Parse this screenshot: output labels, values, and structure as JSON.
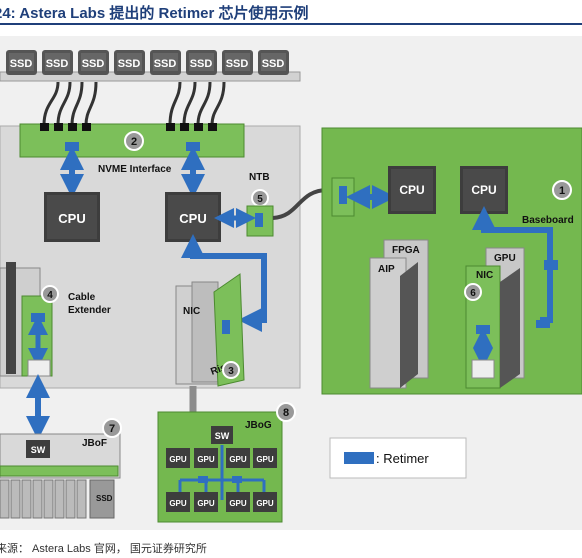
{
  "caption": "24:   Astera Labs 提出的 Retimer 芯片使用示例",
  "source": "来源：  Astera Labs 官网， 国元证券研究所",
  "ssd_label": "SSD",
  "nvme_label": "NVME Interface",
  "cpu_label": "CPU",
  "ntb_label": "NTB",
  "baseboard_label": "Baseboard",
  "fpga_label": "FPGA",
  "aip_label": "AIP",
  "gpu_label": "GPU",
  "nic_label": "NIC",
  "riser_label": "Riser",
  "cable_label_1": "Cable",
  "cable_label_2": "Extender",
  "sw_label": "SW",
  "jbof_label": "JBoF",
  "jbog_label": "JBoG",
  "legend_label": ": Retimer",
  "markers": [
    "1",
    "2",
    "3",
    "4",
    "5",
    "6",
    "7",
    "8"
  ],
  "colors": {
    "retimer": "#2f6fc0",
    "pcb_green": "#7cbf5a",
    "board_green": "#74b84f",
    "cpu_dark": "#3d3d3d",
    "panel_gray": "#d9d9d9",
    "title_blue": "#1f3f7a"
  }
}
